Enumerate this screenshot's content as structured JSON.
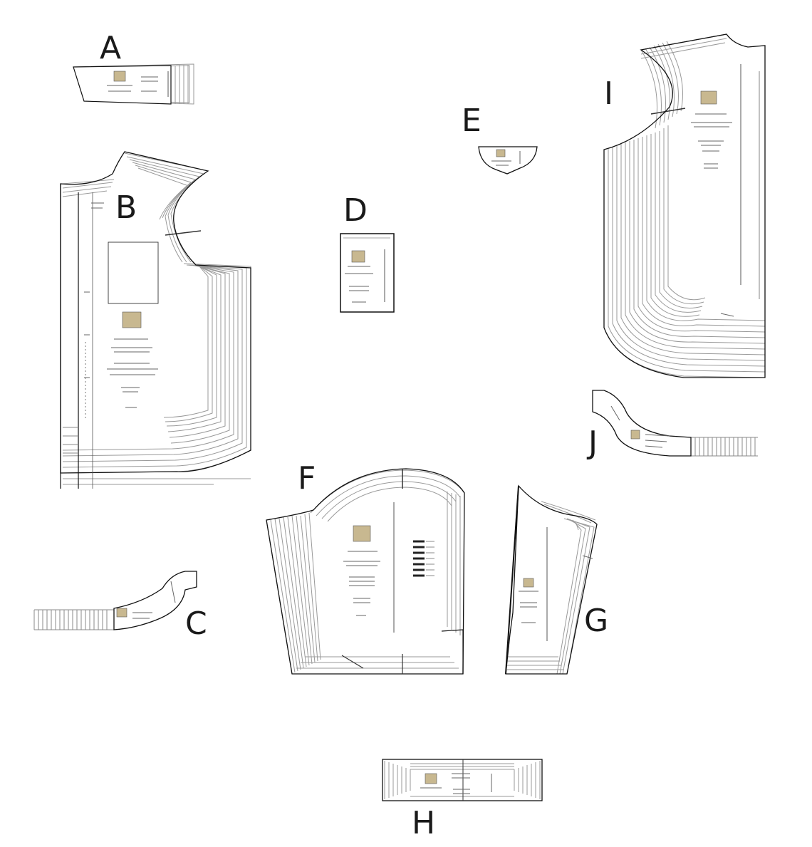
{
  "pieces": [
    {
      "id": "A",
      "label": "A"
    },
    {
      "id": "B",
      "label": "B"
    },
    {
      "id": "C",
      "label": "C"
    },
    {
      "id": "D",
      "label": "D"
    },
    {
      "id": "E",
      "label": "E"
    },
    {
      "id": "F",
      "label": "F"
    },
    {
      "id": "G",
      "label": "G"
    },
    {
      "id": "H",
      "label": "H"
    },
    {
      "id": "I",
      "label": "I"
    },
    {
      "id": "J",
      "label": "J"
    }
  ],
  "colors": {
    "outline": "#111111",
    "grade_line": "#9a9a9a",
    "label_box": "#c8b890"
  }
}
